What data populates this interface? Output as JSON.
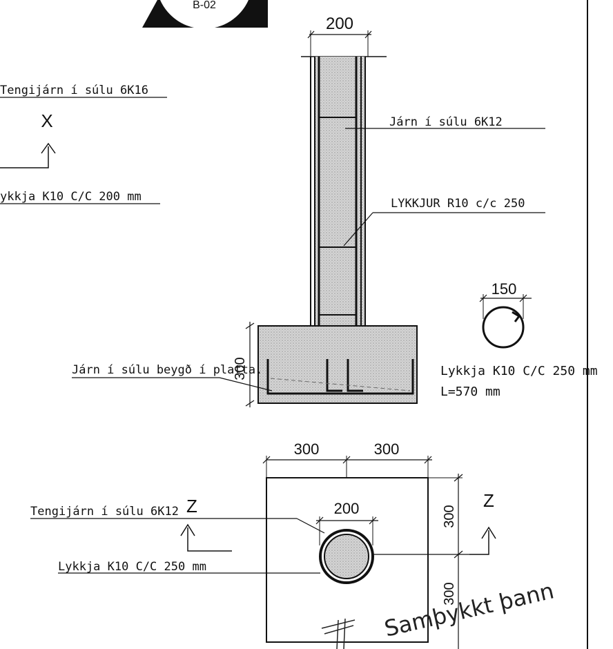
{
  "sheet_tag": "B-02",
  "column_elevation": {
    "width_dim": "200",
    "footing_height_dim": "300",
    "labels": {
      "tie_bars": "Tengijárn í súlu 6K16",
      "section_x": "X",
      "stirrups_left": "ykkja K10 C/C 200 mm",
      "main_bars": "Járn í súlu 6K12",
      "links": "LYKKJUR R10 c/c 250",
      "bent_bars": "Járn í súlu beygð í platta."
    }
  },
  "hoop_detail": {
    "diameter_dim": "150",
    "line1": "Lykkja K10 C/C 250 mm",
    "line2": "L=570 mm"
  },
  "footing_plan": {
    "dim_left": "300",
    "dim_right": "300",
    "dim_top": "300",
    "dim_bottom": "300",
    "column_dim": "200",
    "section_z_left": "Z",
    "section_z_right": "Z",
    "labels": {
      "tie_bars": "Tengijárn í súlu 6K12",
      "stirrups": "Lykkja K10 C/C 250 mm"
    }
  },
  "stamp_text": "Samþykkt þann"
}
